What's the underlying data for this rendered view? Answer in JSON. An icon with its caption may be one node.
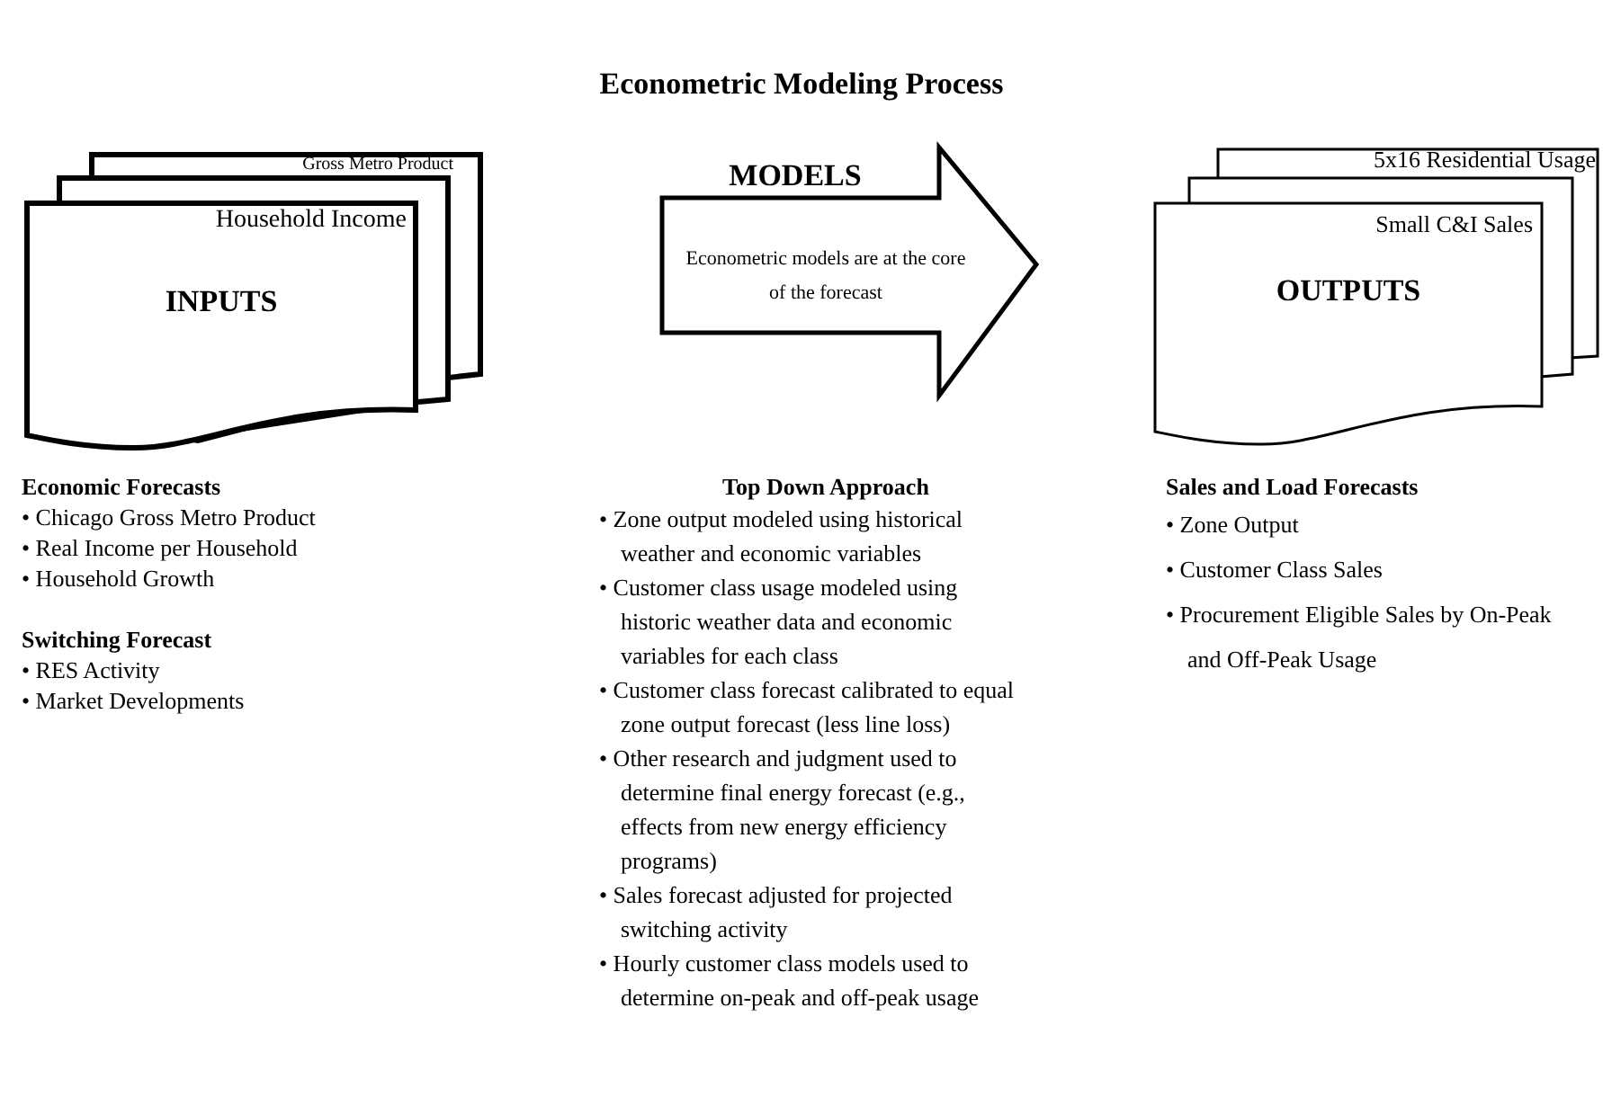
{
  "diagram": {
    "title": "Econometric Modeling Process",
    "nodes": [
      {
        "text": [
          "Household Income",
          "INPUTS"
        ]
      },
      {
        "text": [],
        "shape": "document"
      },
      {
        "text": [
          "Gross Metro Product"
        ]
      },
      {
        "text": [
          "MODELS",
          "Econometric models are at the core of the forecast"
        ]
      },
      {
        "text": [
          "Small C&I Sales",
          "OUTPUTS"
        ]
      },
      {
        "text": [],
        "shape": "document"
      },
      {
        "text": [
          "5x16 Residential Usage"
        ]
      }
    ],
    "edges": [],
    "labels": [
      "Economic Forecasts",
      "• Chicago Gross Metro Product",
      "• Real Income per Household",
      "• Household Growth",
      "Switching Forecast",
      "• RES Activity",
      "• Market Developments",
      "Top Down Approach",
      "• Zone output modeled using historical weather and economic variables",
      "• Customer class usage modeled using historic weather data and economic variables for each class",
      "• Customer class forecast calibrated to equal zone output forecast (less line loss)",
      "• Other research and judgment used to determine final energy forecast (e.g., effects from new energy efficiency programs)",
      "• Sales forecast adjusted for projected switching activity",
      "• Hourly customer class models used to determine on-peak and off-peak usage",
      "Sales and Load Forecasts",
      "• Zone Output",
      "• Customer Class Sales",
      "• Procurement Eligible Sales by On-Peak and Off-Peak Usage"
    ]
  }
}
